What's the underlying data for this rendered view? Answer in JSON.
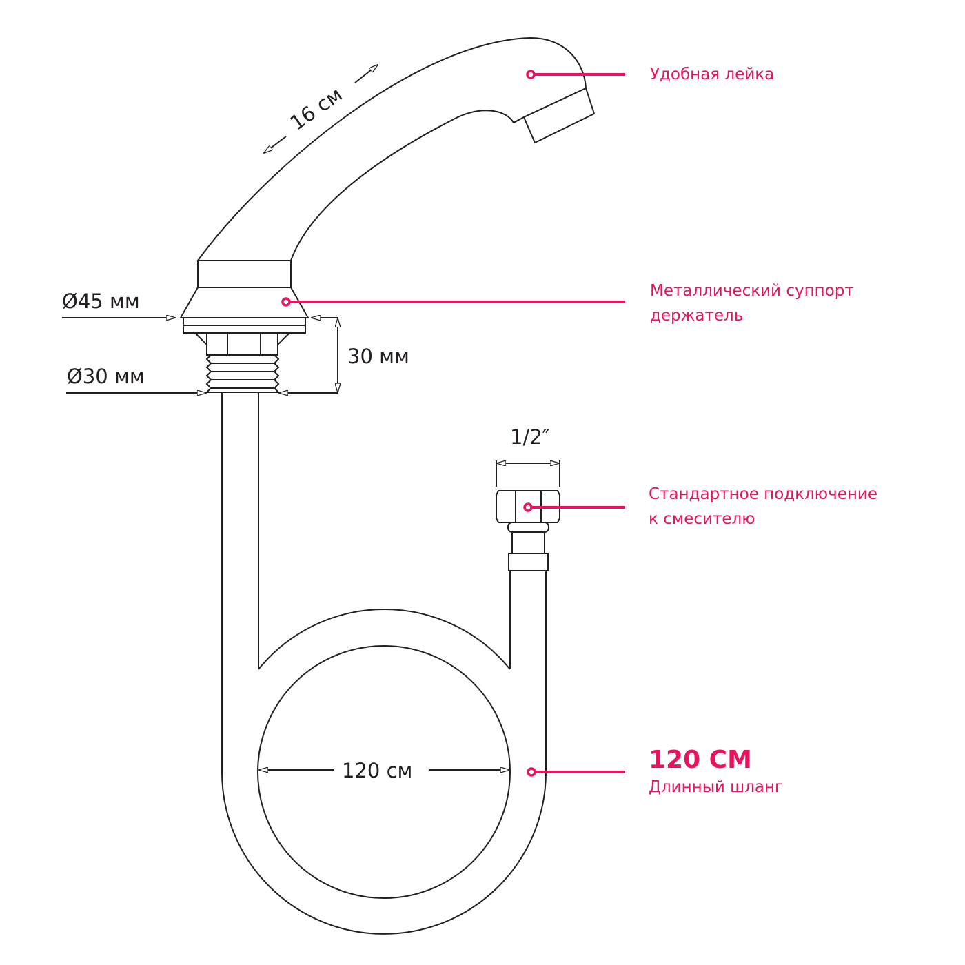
{
  "accent_color": "#e8145f",
  "dimensions": {
    "handle_length": "16 см",
    "support_diameter": "Ø45 мм",
    "thread_diameter": "Ø30 мм",
    "support_height": "30 мм",
    "connector_size": "1/2″",
    "hose_length": "120 см"
  },
  "callouts": {
    "shower_head": "Удобная лейка",
    "support_line1": "Металлический суппорт",
    "support_line2": "держатель",
    "connection_line1": "Стандартное подключение",
    "connection_line2": "к смесителю",
    "hose_big": "120 СМ",
    "hose_label": "Длинный шланг"
  }
}
